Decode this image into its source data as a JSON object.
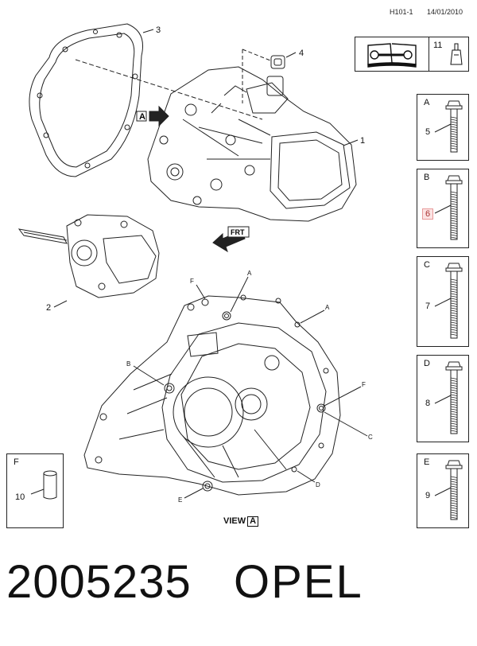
{
  "header": {
    "code": "H101-1",
    "date": "14/01/2010"
  },
  "manual_box": {
    "item": "11",
    "book_icon": "book-wrench-icon",
    "tube_icon": "sealant-tube-icon"
  },
  "callouts": {
    "c1": "1",
    "c2": "2",
    "c3": "3",
    "c4": "4"
  },
  "view_a": {
    "label": "VIEW",
    "letter": "A",
    "points": {
      "A1": "A",
      "A2": "A",
      "B": "B",
      "C": "C",
      "D": "D",
      "E": "E",
      "F1": "F",
      "F2": "F"
    }
  },
  "arrow_a": "A",
  "front_label": "FRT",
  "bolts": [
    {
      "letter": "A",
      "num": "5",
      "highlight": false
    },
    {
      "letter": "B",
      "num": "6",
      "highlight": true
    },
    {
      "letter": "C",
      "num": "7",
      "highlight": false
    },
    {
      "letter": "D",
      "num": "8",
      "highlight": false
    },
    {
      "letter": "E",
      "num": "9",
      "highlight": false
    }
  ],
  "sleeve": {
    "letter": "F",
    "num": "10"
  },
  "footer": {
    "code": "2005235",
    "brand": "OPEL"
  },
  "colors": {
    "line": "#222222",
    "highlight_bg": "#fbe3e3",
    "highlight_border": "#e89a9a"
  }
}
